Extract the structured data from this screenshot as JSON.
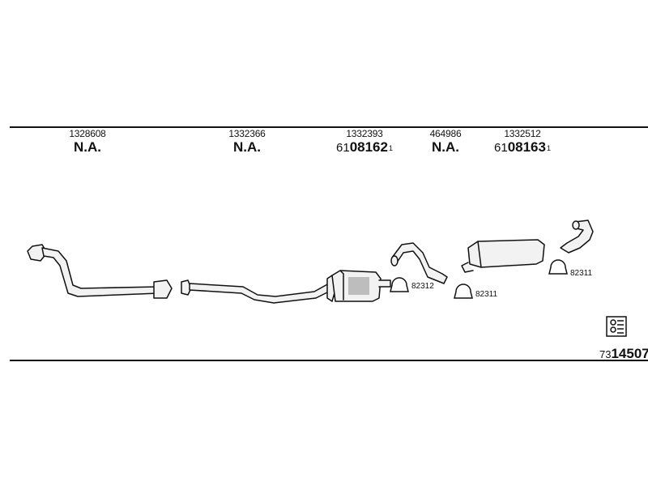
{
  "columns": [
    {
      "oe": "1328608",
      "na": "N.A."
    },
    {
      "oe": "1332366",
      "na": "N.A."
    },
    {
      "oe": "1332393",
      "part": {
        "prefix": "61",
        "main": "08162",
        "sup": "1"
      }
    },
    {
      "oe": "464986",
      "na": "N.A."
    },
    {
      "oe": "1332512",
      "part": {
        "prefix": "61",
        "main": "08163",
        "sup": "1"
      }
    }
  ],
  "labels": {
    "clamp_82312": "82312",
    "clamp_82311_mid": "82311",
    "clamp_82311_right": "82311"
  },
  "kit": {
    "prefix": "73",
    "main": "14507"
  },
  "icons": [
    "kit-box-icon"
  ],
  "colors": {
    "line": "#111111",
    "part_fill": "#f2f2f2",
    "shade": "#bdbdbd"
  }
}
